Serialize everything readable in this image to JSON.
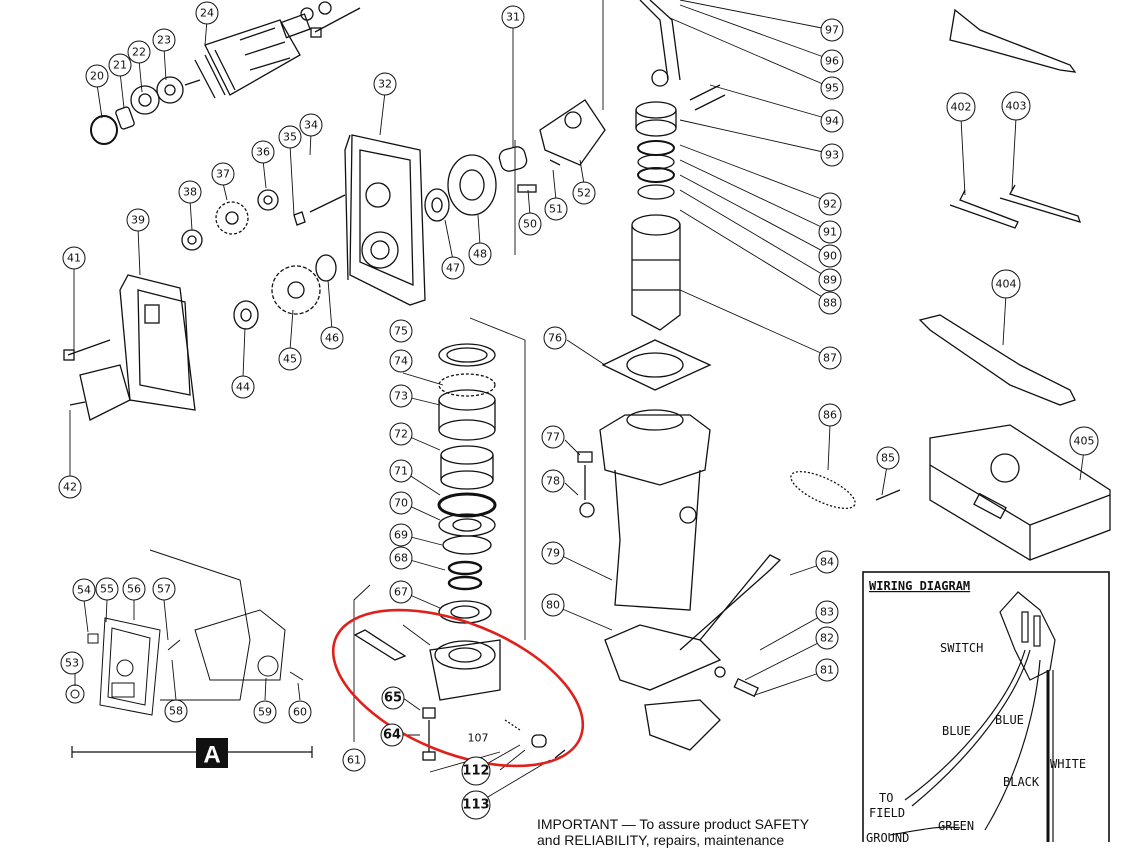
{
  "callouts": [
    "20",
    "21",
    "22",
    "23",
    "24",
    "31",
    "32",
    "34",
    "35",
    "36",
    "37",
    "38",
    "39",
    "41",
    "42",
    "44",
    "45",
    "46",
    "47",
    "48",
    "50",
    "51",
    "52",
    "53",
    "54",
    "55",
    "56",
    "57",
    "58",
    "59",
    "60",
    "61",
    "64",
    "65",
    "67",
    "68",
    "69",
    "70",
    "71",
    "72",
    "73",
    "74",
    "75",
    "76",
    "77",
    "78",
    "79",
    "80",
    "81",
    "82",
    "83",
    "84",
    "85",
    "86",
    "87",
    "88",
    "89",
    "90",
    "91",
    "92",
    "93",
    "94",
    "95",
    "96",
    "97",
    "402",
    "403",
    "404",
    "405",
    "112",
    "113"
  ],
  "callout_107": "107",
  "section_label": "A",
  "wiring": {
    "title": "WIRING DIAGRAM",
    "switch": "SWITCH",
    "blue1": "BLUE",
    "blue2": "BLUE",
    "white": "WHITE",
    "black": "BLACK",
    "to": "TO",
    "field": "FIELD",
    "green": "GREEN",
    "ground": "GROUND"
  },
  "notice": {
    "line1": "IMPORTANT — To assure product SAFETY",
    "line2": "and RELIABILITY, repairs, maintenance"
  },
  "highlight_color": "#e0201a"
}
